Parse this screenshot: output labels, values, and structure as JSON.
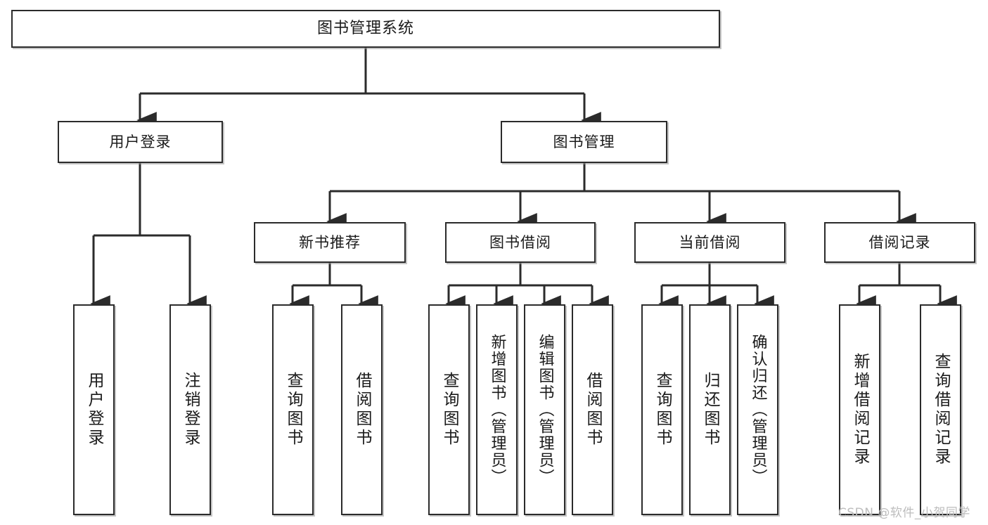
{
  "diagram": {
    "title": "图书管理系统",
    "type": "tree-hierarchy-chart",
    "watermark": "CSDN @软件_小贺同学",
    "colors": {
      "node_border": "#2b2b2b",
      "node_fill": "#ffffff",
      "connector": "#2b2b2b",
      "text": "#1a1a1a",
      "watermark": "#bdbdbd",
      "background": "#ffffff"
    },
    "nodes": {
      "root": {
        "label": "图书管理系统"
      },
      "level2": [
        {
          "id": "user-login",
          "label": "用户登录"
        },
        {
          "id": "book-manage",
          "label": "图书管理"
        }
      ],
      "level3": [
        {
          "id": "new-book-recommend",
          "label": "新书推荐"
        },
        {
          "id": "book-borrow",
          "label": "图书借阅"
        },
        {
          "id": "current-borrow",
          "label": "当前借阅"
        },
        {
          "id": "borrow-record",
          "label": "借阅记录"
        }
      ],
      "leaves": {
        "user-login": [
          {
            "id": "leaf-user-login",
            "label": "用户登录"
          },
          {
            "id": "leaf-user-logout",
            "label": "注销登录"
          }
        ],
        "new-book-recommend": [
          {
            "id": "leaf-query-book-1",
            "label": "查询图书"
          },
          {
            "id": "leaf-borrow-book-1",
            "label": "借阅图书"
          }
        ],
        "book-borrow": [
          {
            "id": "leaf-query-book-2",
            "label": "查询图书"
          },
          {
            "id": "leaf-add-book",
            "label": "新增图书（管理员）"
          },
          {
            "id": "leaf-edit-book",
            "label": "编辑图书（管理员）"
          },
          {
            "id": "leaf-borrow-book-2",
            "label": "借阅图书"
          }
        ],
        "current-borrow": [
          {
            "id": "leaf-query-book-3",
            "label": "查询图书"
          },
          {
            "id": "leaf-return-book",
            "label": "归还图书"
          },
          {
            "id": "leaf-confirm-return",
            "label": "确认归还（管理员）"
          }
        ],
        "borrow-record": [
          {
            "id": "leaf-add-record",
            "label": "新增借阅记录"
          },
          {
            "id": "leaf-query-record",
            "label": "查询借阅记录"
          }
        ]
      }
    }
  }
}
